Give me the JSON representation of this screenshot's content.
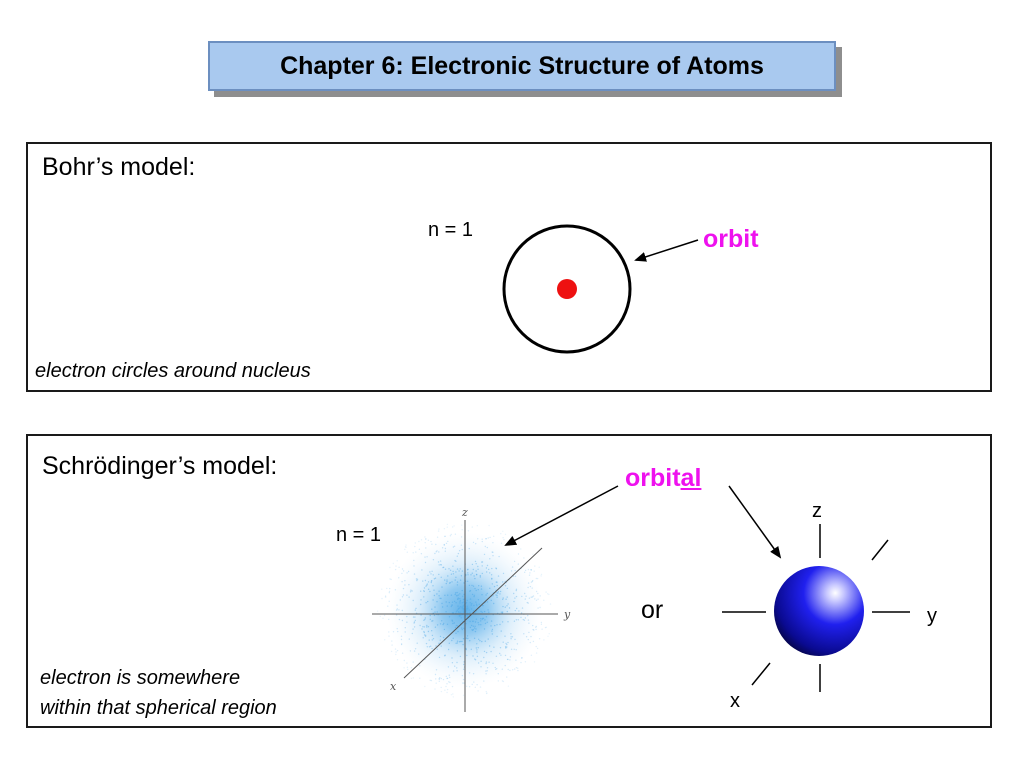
{
  "title": "Chapter 6: Electronic Structure of Atoms",
  "bohr": {
    "heading": "Bohr’s model:",
    "n_label": "n = 1",
    "orbit_label": "orbit",
    "caption": "electron circles around nucleus"
  },
  "schrodinger": {
    "heading": "Schrödinger’s model:",
    "n_label": "n = 1",
    "orbital_prefix": "orbit",
    "orbital_suffix": "al",
    "or_label": "or",
    "caption_line1": "electron is somewhere",
    "caption_line2": "within that spherical region",
    "cloud_axes": {
      "z": "z",
      "y": "y",
      "x": "x"
    },
    "sphere_axes": {
      "z": "z",
      "y": "y",
      "x": "x"
    }
  },
  "colors": {
    "title_fill": "#a9c9ef",
    "highlight": "#ee11ee",
    "nucleus": "#ee1111",
    "sphere": "#1a1aff",
    "cloud": "#5aaee8"
  }
}
